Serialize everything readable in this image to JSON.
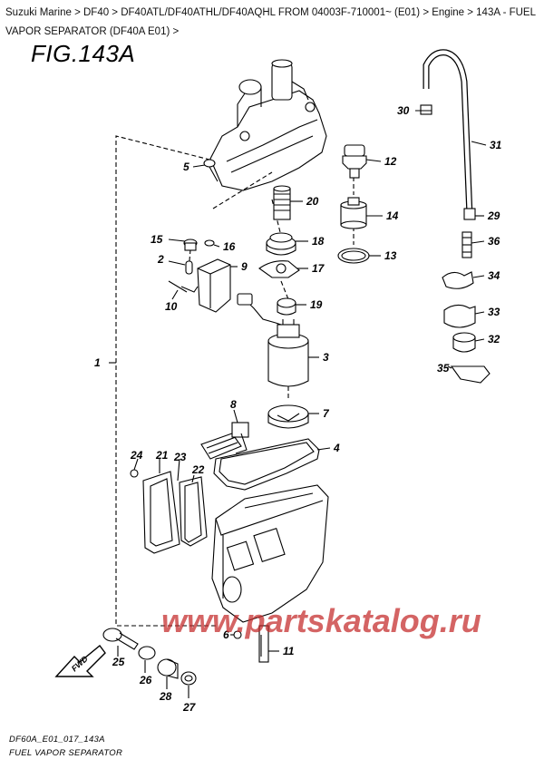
{
  "breadcrumb": {
    "items": [
      "Suzuki Marine",
      "DF40",
      "DF40ATL/DF40ATHL/DF40AQHL FROM 04003F-710001~ (E01)",
      "Engine",
      "143A - FUEL VAPOR SEPARATOR (DF40A E01)"
    ],
    "separator": ">"
  },
  "figure": {
    "title": "FIG.143A"
  },
  "parts": [
    "1",
    "2",
    "3",
    "4",
    "5",
    "6",
    "7",
    "8",
    "9",
    "10",
    "11",
    "12",
    "13",
    "14",
    "15",
    "16",
    "17",
    "18",
    "19",
    "20",
    "21",
    "22",
    "23",
    "24",
    "25",
    "26",
    "27",
    "28",
    "29",
    "30",
    "31",
    "32",
    "33",
    "34",
    "35",
    "36"
  ],
  "arrow_label": "FWD",
  "footer": {
    "code": "DF60A_E01_017_143A",
    "title": "FUEL VAPOR SEPARATOR"
  },
  "watermark": "www.partskatalog.ru",
  "colors": {
    "ink": "#000000",
    "watermark": "#c42828"
  }
}
